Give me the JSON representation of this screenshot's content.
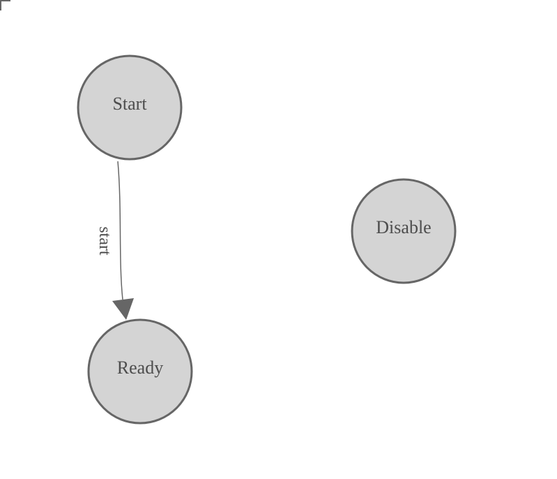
{
  "diagram": {
    "nodes": [
      {
        "label": "Start"
      },
      {
        "label": "Ready"
      },
      {
        "label": "Disable"
      }
    ],
    "edges": [
      {
        "source": "Start",
        "target": "Ready",
        "label": "start"
      }
    ],
    "colors": {
      "background": "#ffffff",
      "node_fill": "#d4d4d4",
      "node_stroke": "#666666",
      "node_label_color": "#4d4d4d",
      "edge_stroke": "#666666",
      "edge_label_color": "#4d4d4d",
      "corner_marker_color": "#666666"
    }
  }
}
